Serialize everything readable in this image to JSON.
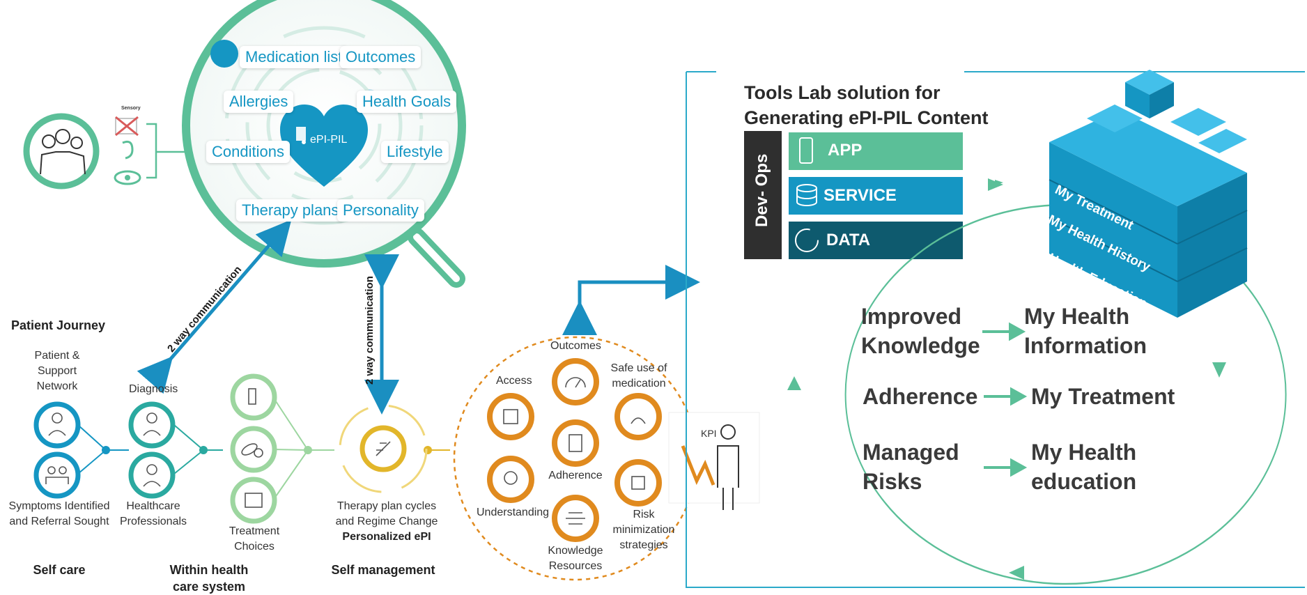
{
  "magnifier": {
    "center_label": "ePI-PIL",
    "items": [
      "Medication list",
      "Outcomes",
      "Allergies",
      "Health Goals",
      "Conditions",
      "Lifestyle",
      "Therapy plans",
      "Personality"
    ],
    "sensory_label": "Sensory"
  },
  "comm": {
    "left": "2 way communication",
    "middle": "2 way communication"
  },
  "journey": {
    "title": "Patient Journey",
    "support": "Patient & Support Network",
    "symptoms": "Symptoms Identified and Referral Sought",
    "diagnosis": "Diagnosis",
    "professionals": "Healthcare Professionals",
    "treatment": "Treatment Choices",
    "therapy": "Therapy plan cycles and Regime Change",
    "personalized": "Personalized ePI",
    "stage_self_care": "Self care",
    "stage_within": "Within health care system",
    "stage_self_mgmt": "Self management"
  },
  "kpi_circle": {
    "outcomes": "Outcomes",
    "access": "Access",
    "safe_use": "Safe use of medication",
    "adherence": "Adherence",
    "understanding": "Understanding",
    "knowledge": "Knowledge Resources",
    "risk": "Risk minimization strategies",
    "kpi": "KPI"
  },
  "tools": {
    "title_line1": "Tools Lab solution for",
    "title_line2": "Generating ePI-PIL Content",
    "devops": "Dev- Ops",
    "layers": [
      "APP",
      "SERVICE",
      "DATA"
    ]
  },
  "cube": {
    "faces": [
      "My Treatment",
      "My Health History",
      "Health Education"
    ]
  },
  "outcomes_map": [
    {
      "from_line1": "Improved",
      "from_line2": "Knowledge",
      "to_line1": "My Health",
      "to_line2": "Information"
    },
    {
      "from_line1": "Adherence",
      "from_line2": "",
      "to_line1": "My Treatment",
      "to_line2": ""
    },
    {
      "from_line1": "Managed",
      "from_line2": "Risks",
      "to_line1": "My Health",
      "to_line2": "education"
    }
  ],
  "colors": {
    "teal": "#2aa9c9",
    "green": "#5bbf98",
    "blue": "#1a8fc1",
    "orange": "#e08a1e",
    "gold": "#e2b62a",
    "dark_teal": "#0e5a6e"
  }
}
